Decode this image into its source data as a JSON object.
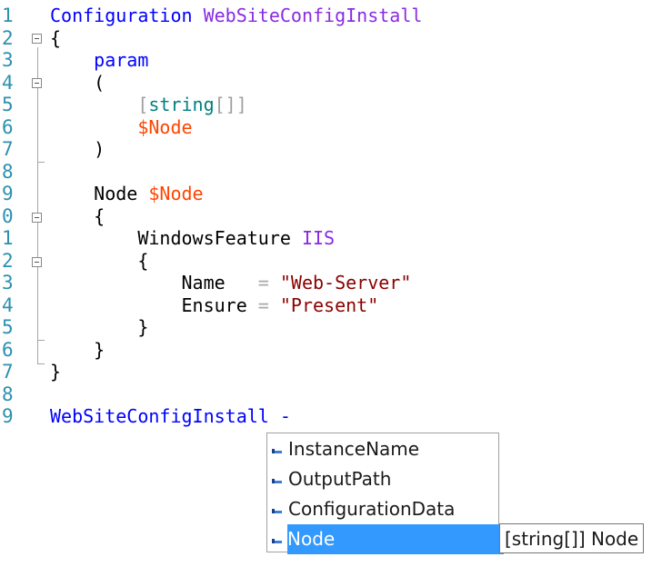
{
  "lines": [
    {
      "n": "1",
      "code": [
        [
          "kw",
          "Configuration "
        ],
        [
          "name",
          "WebSiteConfigInstall"
        ]
      ]
    },
    {
      "n": "2",
      "code": [
        [
          "plain",
          "{"
        ]
      ]
    },
    {
      "n": "3",
      "code": [
        [
          "plain",
          "    "
        ],
        [
          "kw",
          "param"
        ]
      ]
    },
    {
      "n": "4",
      "code": [
        [
          "plain",
          "    ("
        ]
      ]
    },
    {
      "n": "5",
      "code": [
        [
          "plain",
          "        "
        ],
        [
          "brk",
          "["
        ],
        [
          "type",
          "string"
        ],
        [
          "brk",
          "[]]"
        ]
      ]
    },
    {
      "n": "6",
      "code": [
        [
          "plain",
          "        "
        ],
        [
          "var",
          "$Node"
        ]
      ]
    },
    {
      "n": "7",
      "code": [
        [
          "plain",
          "    )"
        ]
      ]
    },
    {
      "n": "8",
      "code": []
    },
    {
      "n": "9",
      "code": [
        [
          "plain",
          "    Node "
        ],
        [
          "var",
          "$Node"
        ]
      ]
    },
    {
      "n": "0",
      "code": [
        [
          "plain",
          "    {"
        ]
      ]
    },
    {
      "n": "1",
      "code": [
        [
          "plain",
          "        WindowsFeature "
        ],
        [
          "name",
          "IIS"
        ]
      ]
    },
    {
      "n": "2",
      "code": [
        [
          "plain",
          "        {"
        ]
      ]
    },
    {
      "n": "3",
      "code": [
        [
          "plain",
          "            Name   "
        ],
        [
          "op",
          "= "
        ],
        [
          "str",
          "\"Web-Server\""
        ]
      ]
    },
    {
      "n": "4",
      "code": [
        [
          "plain",
          "            Ensure "
        ],
        [
          "op",
          "= "
        ],
        [
          "str",
          "\"Present\""
        ]
      ]
    },
    {
      "n": "5",
      "code": [
        [
          "plain",
          "        }"
        ]
      ]
    },
    {
      "n": "6",
      "code": [
        [
          "plain",
          "    }"
        ]
      ]
    },
    {
      "n": "7",
      "code": [
        [
          "plain",
          "}"
        ]
      ]
    },
    {
      "n": "8",
      "code": []
    },
    {
      "n": "9",
      "code": [
        [
          "kw",
          "WebSiteConfigInstall -"
        ]
      ]
    }
  ],
  "completion": {
    "items": [
      "InstanceName",
      "OutputPath",
      "ConfigurationData",
      "Node"
    ],
    "selected_index": 3,
    "tooltip": "[string[]] Node"
  }
}
